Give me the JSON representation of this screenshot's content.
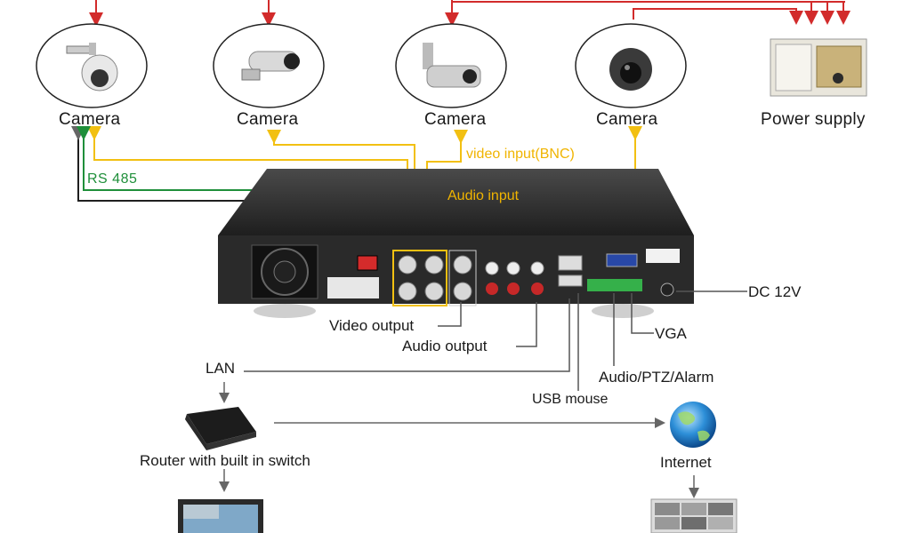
{
  "labels": {
    "camera1": "Camera",
    "camera2": "Camera",
    "camera3": "Camera",
    "camera4": "Camera",
    "power_supply": "Power supply",
    "rs485": "RS 485",
    "video_input": "video input(BNC)",
    "audio_input": "Audio input",
    "video_output": "Video output",
    "audio_output": "Audio  output",
    "dc12v": "DC 12V",
    "vga": "VGA",
    "audio_ptz_alarm": "Audio/PTZ/Alarm",
    "usb_mouse": "USB mouse",
    "lan": "LAN",
    "router": "Router with built in switch",
    "internet": "Internet"
  },
  "colors": {
    "power_line": "#d22b2b",
    "video_line": "#f2c012",
    "rs485_line": "#1f8f3a",
    "connector_line": "#555555",
    "dvr_body": "#2b2b2b"
  }
}
